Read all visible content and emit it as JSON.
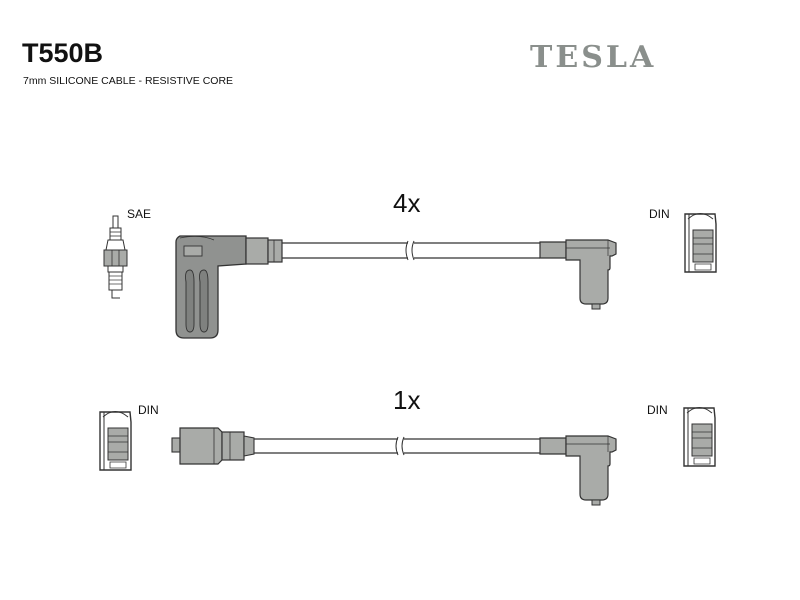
{
  "header": {
    "part_number": "T550B",
    "description": "7mm SILICONE CABLE - RESISTIVE CORE",
    "brand": "TESLA"
  },
  "cable_4x": {
    "quantity": "4x",
    "left_label": "SAE",
    "right_label": "DIN"
  },
  "cable_1x": {
    "quantity": "1x",
    "left_label": "DIN",
    "right_label": "DIN"
  },
  "colors": {
    "stroke": "#333333",
    "connector_fill": "#a9aba8",
    "boot_fill": "#909290",
    "brand": "#8a8f8c"
  }
}
